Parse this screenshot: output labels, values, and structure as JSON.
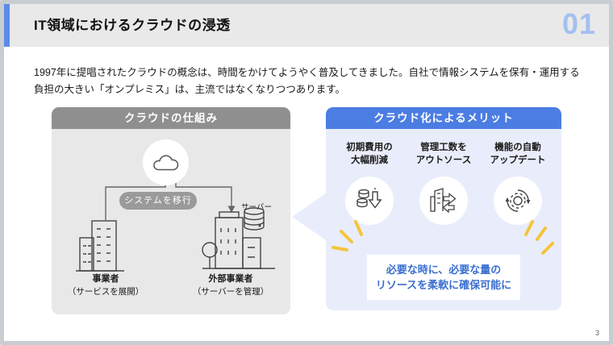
{
  "slide": {
    "header": {
      "title": "IT領域におけるクラウドの浸透",
      "number": "01"
    },
    "intro": "1997年に提唱されたクラウドの概念は、時間をかけてようやく普及してきました。自社で情報システムを保有・運用する負担の大きい「オンプレミス」は、主流ではなくなりつつあります。",
    "left_panel": {
      "title": "クラウドの仕組み",
      "migration_label": "システムを移行",
      "server_label": "サーバー",
      "entities": [
        {
          "name": "事業者",
          "role": "（サービスを展開）"
        },
        {
          "name": "外部事業者",
          "role": "（サーバーを管理）"
        }
      ]
    },
    "right_panel": {
      "title": "クラウド化によるメリット",
      "merits": [
        {
          "line1": "初期費用の",
          "line2": "大幅削減",
          "icon": "cost-down-icon"
        },
        {
          "line1": "管理工数を",
          "line2": "アウトソース",
          "icon": "outsource-icon"
        },
        {
          "line1": "機能の自動",
          "line2": "アップデート",
          "icon": "auto-update-icon"
        }
      ],
      "callout": {
        "line1": "必要な時に、必要な量の",
        "line2": "リソースを柔軟に確保可能に"
      }
    },
    "page_number": "3",
    "colors": {
      "accent_blue": "#4b7de2",
      "header_bar_blue": "#5b8cec",
      "slide_number_blue": "#a3c0f1",
      "panel_grey_header": "#8f8f8f",
      "panel_grey_bg": "#e8e8e8",
      "panel_blue_bg": "#e9edfb",
      "callout_text_blue": "#3a6ed0",
      "sparkle_yellow": "#f4c23c"
    }
  }
}
